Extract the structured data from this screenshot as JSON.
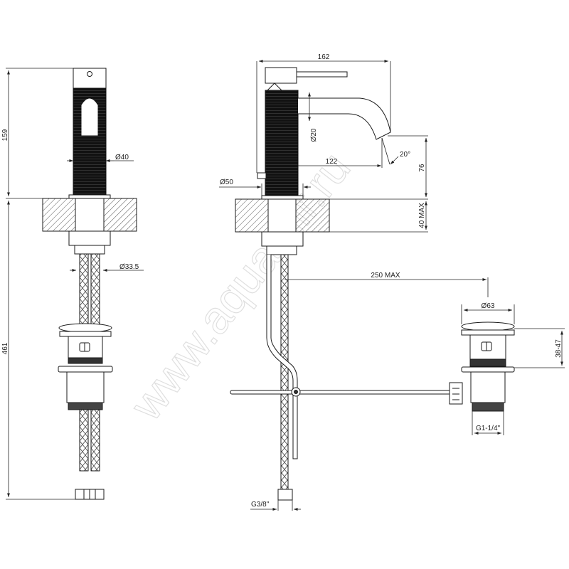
{
  "drawing": {
    "type": "technical-drawing",
    "subject": "single-lever basin mixer with pop-up waste",
    "views": [
      "front-view",
      "side-view",
      "drain-detail"
    ],
    "line_color": "#1a1a1a",
    "hatch_color": "#555555",
    "watermark": "www.aquamir.ru"
  },
  "front_view": {
    "dimensions": {
      "height_above_deck": "159",
      "total_height_below": "461",
      "body_diameter": "Ø40",
      "hose_diameter": "Ø33.5"
    }
  },
  "side_view": {
    "dimensions": {
      "overall_depth": "162",
      "spout_diameter": "Ø20",
      "spout_reach": "122",
      "spout_angle": "20°",
      "spout_height": "76",
      "deck_thickness": "40 MAX",
      "base_diameter": "Ø50",
      "pullrod_length": "250 MAX",
      "inlet_thread": "G3/8\""
    }
  },
  "drain_view": {
    "dimensions": {
      "cap_diameter": "Ø63",
      "basin_thickness_range": "38-47",
      "outlet_thread": "G1-1/4\""
    }
  }
}
